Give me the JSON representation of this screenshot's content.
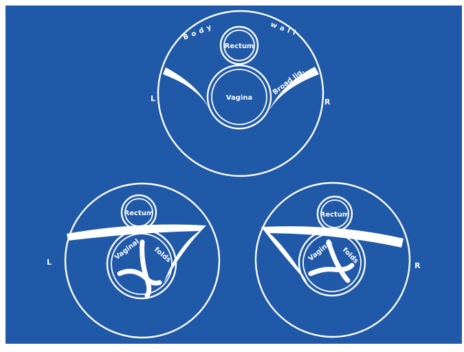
{
  "colors": {
    "background": "#2059a8",
    "line": "#ffffff",
    "frame": "#ffffff"
  },
  "top": {
    "body_wall_left": "Body",
    "body_wall_right": "wall",
    "rectum": "Rectum",
    "vagina": "Vagina",
    "broad_lig": "Broad lig.",
    "left": "L",
    "right": "R"
  },
  "bottom_left": {
    "rectum": "Rectum",
    "vaginal_left": "Vaginal",
    "vaginal_right": "folds",
    "left": "L"
  },
  "bottom_right": {
    "rectum": "Rectum",
    "vaginal_left": "Vaginal",
    "vaginal_right": "folds",
    "right": "R"
  }
}
